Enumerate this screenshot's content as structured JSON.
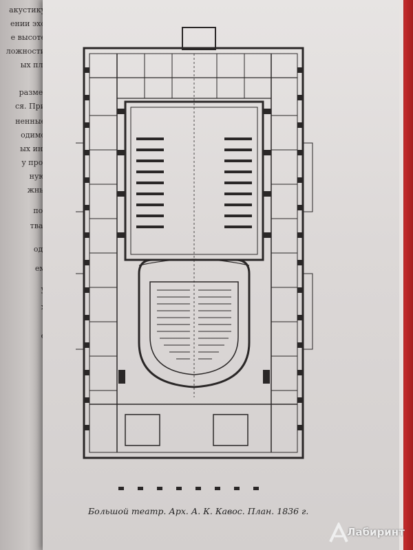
{
  "caption": "Большой театр. Арх. А. К. Кавос. План. 1836 г.",
  "watermark": "Лабиринт",
  "left_page_fragments": [
    "акустику",
    "ении эхо",
    "е высоте",
    "ложности",
    "ых пл.",
    "разме-",
    "ся. При",
    "ненные",
    "одимо",
    "ых ин-",
    "у про-",
    "ную",
    "жны",
    "по-",
    "тва,",
    "од-",
    "ем",
    "у",
    "х",
    "е"
  ],
  "colors": {
    "page": "#dcd8d7",
    "ink": "#2a2727",
    "book_edge": "#c22b2b"
  }
}
